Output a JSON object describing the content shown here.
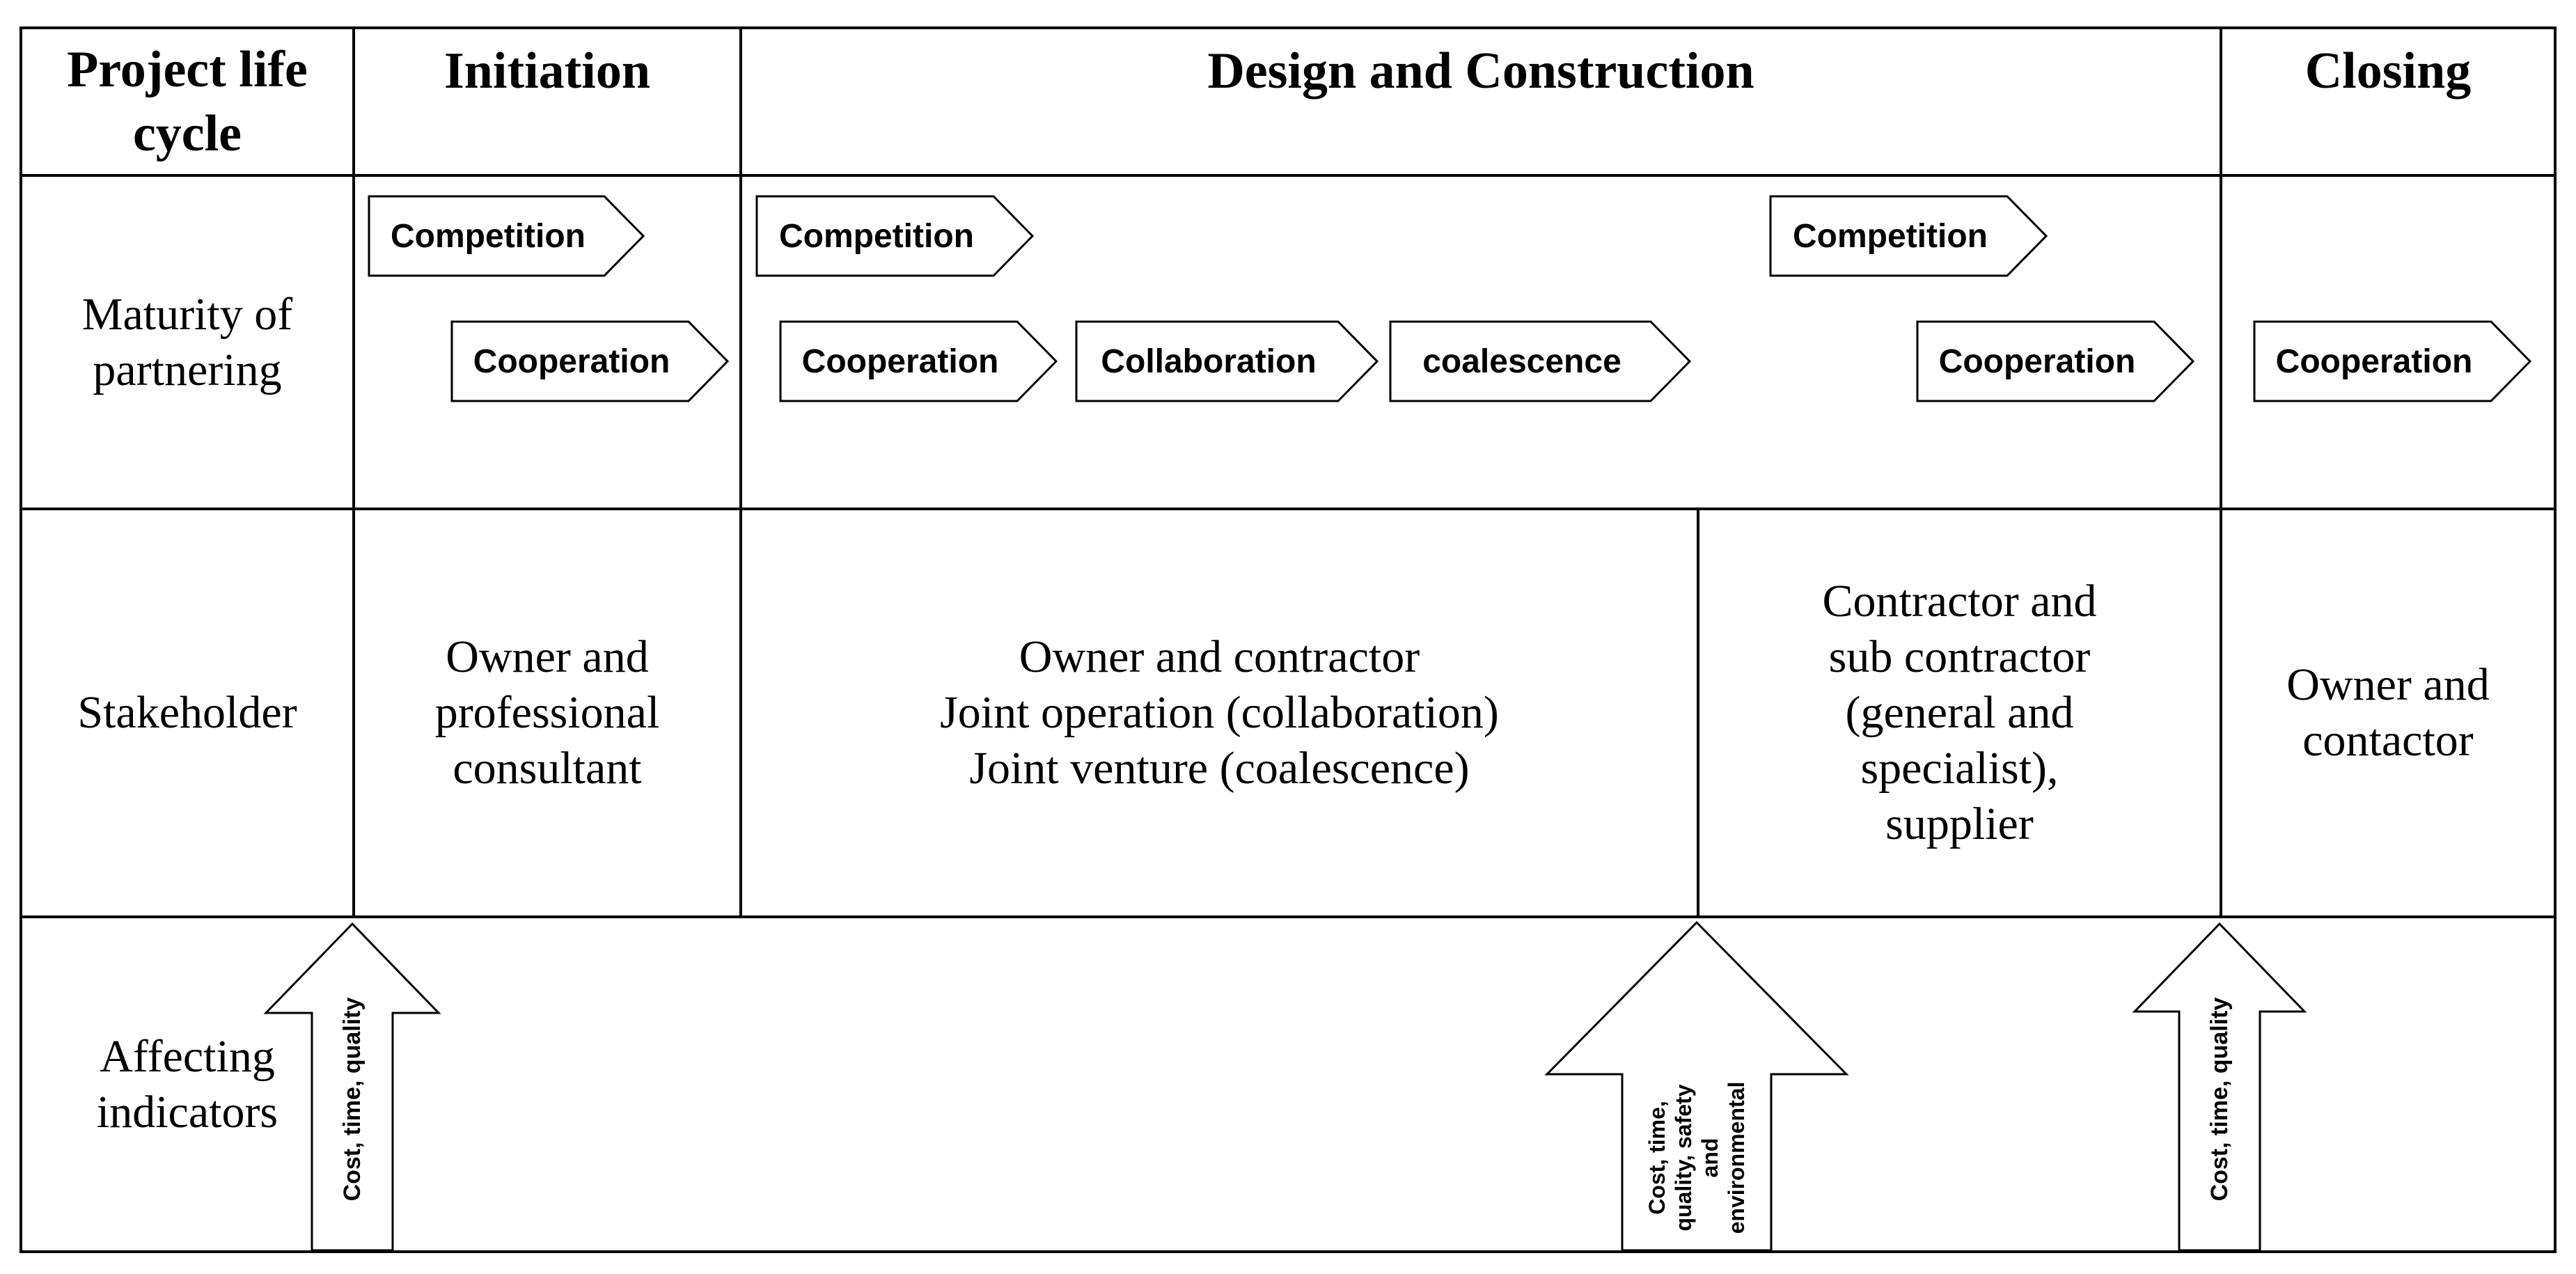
{
  "header": {
    "life_cycle": "Project life\ncycle",
    "initiation": "Initiation",
    "design": "Design and Construction",
    "closing": "Closing"
  },
  "row_labels": {
    "maturity": "Maturity of\npartnering",
    "stakeholder": "Stakeholder",
    "affecting": "Affecting\nindicators"
  },
  "partnering": {
    "initiation_competition": "Competition",
    "initiation_cooperation": "Cooperation",
    "design_competition": "Competition",
    "design_cooperation": "Cooperation",
    "design_collaboration": "Collaboration",
    "design_coalescence": "coalescence",
    "late_competition": "Competition",
    "late_cooperation": "Cooperation",
    "closing_cooperation": "Cooperation"
  },
  "stakeholders": {
    "initiation": "Owner and\nprofessional\nconsultant",
    "design": "Owner and contractor\nJoint operation (collaboration)\nJoint venture (coalescence)",
    "late_design": "Contractor and\nsub contractor\n(general and\nspecialist),\nsupplier",
    "closing": "Owner and\ncontactor"
  },
  "indicators": {
    "initiation": "Cost, time, quality",
    "construction": "Cost, time,\nquality, safety\nand\nenvironmental",
    "closing": "Cost, time, quality"
  }
}
